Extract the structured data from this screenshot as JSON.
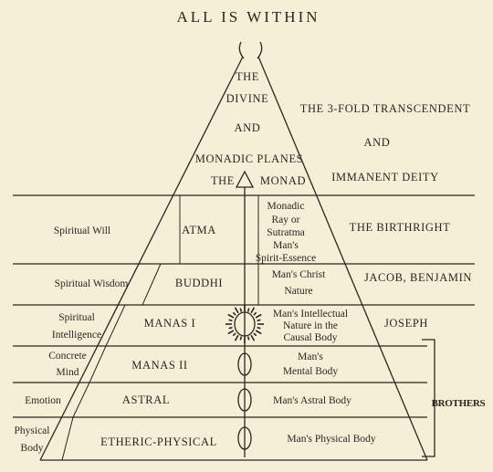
{
  "title": "ALL IS WITHIN",
  "apex": {
    "lines": [
      "THE",
      "DIVINE",
      "AND"
    ],
    "monadic_planes": "MONADIC PLANES",
    "the": "THE",
    "monad": "MONAD"
  },
  "right_top": {
    "line1": "THE 3-FOLD TRANSCENDENT",
    "line2": "AND",
    "line3": "IMMANENT DEITY"
  },
  "levels": [
    {
      "left": [
        "Spiritual Will"
      ],
      "plane": "ATMA",
      "inner": [
        "Monadic",
        "Ray or",
        "Sutratma",
        "Man's",
        "Spirit-Essence"
      ],
      "right": "THE BIRTHRIGHT"
    },
    {
      "left": [
        "Spiritual Wisdom"
      ],
      "plane": "BUDDHI",
      "inner": [
        "Man's Christ",
        "Nature"
      ],
      "right": "JACOB, BENJAMIN"
    },
    {
      "left": [
        "Spiritual",
        "Intelligence"
      ],
      "plane": "MANAS I",
      "inner": [
        "Man's Intellectual",
        "Nature in the",
        "Causal Body"
      ],
      "right": "JOSEPH"
    },
    {
      "left": [
        "Concrete",
        "Mind"
      ],
      "plane": "MANAS II",
      "inner": [
        "Man's",
        "Mental Body"
      ],
      "right": ""
    },
    {
      "left": [
        "Emotion"
      ],
      "plane": "ASTRAL",
      "inner": [
        "Man's Astral Body"
      ],
      "right": ""
    },
    {
      "left": [
        "Physical",
        "Body"
      ],
      "plane": "ETHERIC-PHYSICAL",
      "inner": [
        "Man's Physical Body"
      ],
      "right": ""
    }
  ],
  "bracket_label": "BROTHERS",
  "colors": {
    "paper": "#f4efd6",
    "ink": "#2a2622"
  }
}
